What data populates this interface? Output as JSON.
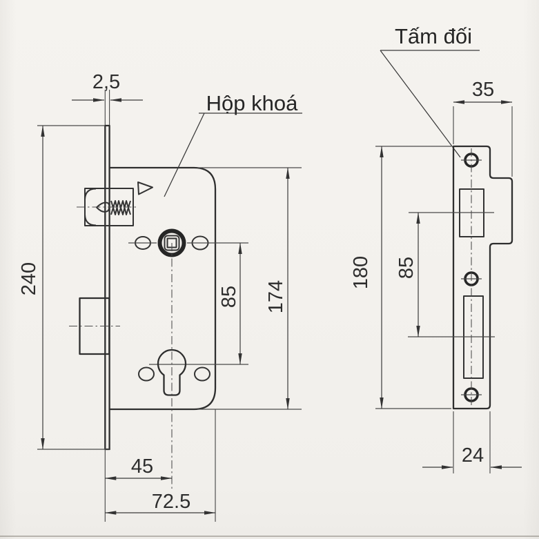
{
  "drawing": {
    "labels": {
      "lock_body": "Hộp khoá",
      "strike_plate": "Tấm đối"
    },
    "lock": {
      "faceplate_thickness": "2,5",
      "faceplate_length": "240",
      "backset": "45",
      "overall_width": "72.5",
      "center_distance": "85",
      "body_height": "174"
    },
    "strike": {
      "overall_width": "35",
      "plate_length": "180",
      "center_distance": "85",
      "plate_width": "24"
    }
  }
}
